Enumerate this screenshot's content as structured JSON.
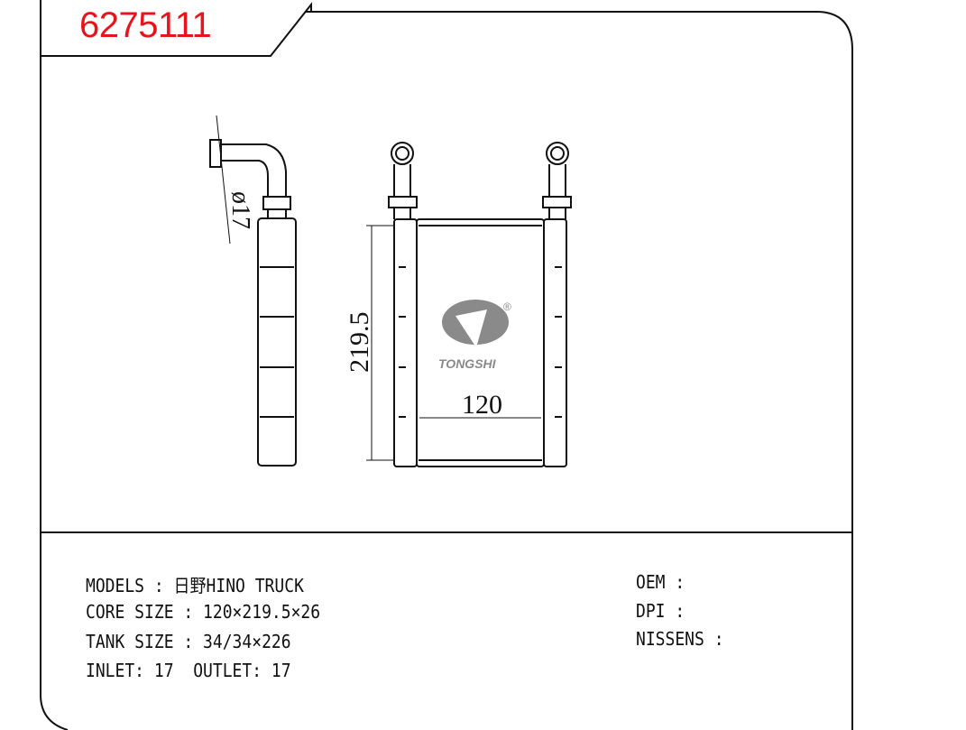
{
  "part_number": "6275111",
  "drawing": {
    "diameter_label": "ø17",
    "height_label": "219.5",
    "width_label": "120",
    "brand_logo": "TONGSHI",
    "registered_mark": "®"
  },
  "specs": {
    "models": "MODELS : 日野HINO TRUCK",
    "core_size": "CORE SIZE : 120×219.5×26",
    "tank_size": "TANK SIZE : 34/34×226",
    "inlet_outlet": "INLET: 17  OUTLET: 17",
    "oem": "OEM :",
    "dpi": "DPI :",
    "nissens": "NISSENS :"
  },
  "colors": {
    "part_number": "#e8141c",
    "logo": "#8a8a8a"
  }
}
